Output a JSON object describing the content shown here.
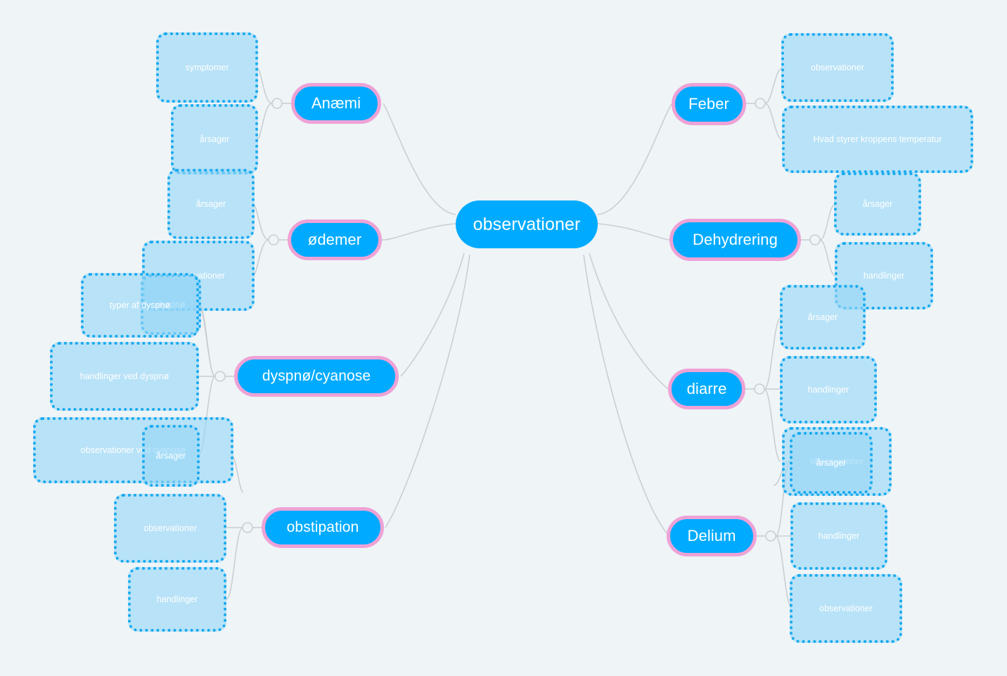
{
  "diagram": {
    "type": "mind-map",
    "background_color": "#eff4f7",
    "root_color": "#00abff",
    "topic_border_color": "#eea2d6",
    "leaf_fill_color": "#96d6f7",
    "leaf_border_color": "#16a9ef",
    "connector_color": "#c9cfd2",
    "root": {
      "label": "observationer"
    },
    "topics": [
      {
        "id": "anaemi",
        "label": "Anæmi",
        "side": "left"
      },
      {
        "id": "oedemer",
        "label": "ødemer",
        "side": "left"
      },
      {
        "id": "dyspnoe",
        "label": "dyspnø/cyanose",
        "side": "left"
      },
      {
        "id": "obstipation",
        "label": "obstipation",
        "side": "left"
      },
      {
        "id": "feber",
        "label": "Feber",
        "side": "right"
      },
      {
        "id": "dehydrering",
        "label": "Dehydrering",
        "side": "right"
      },
      {
        "id": "diarre",
        "label": "diarre",
        "side": "right"
      },
      {
        "id": "delium",
        "label": "Delium",
        "side": "right"
      }
    ],
    "leaves": {
      "anaemi": [
        "symptomer",
        "årsager"
      ],
      "oedemer": [
        "årsager",
        "observationer"
      ],
      "dyspnoe": [
        "dyspnø",
        "typer af dyspnø",
        "handlinger ved dyspnø",
        "observationer ved cyanose",
        "årsager"
      ],
      "obstipation": [
        "observationer",
        "handlinger"
      ],
      "feber": [
        "observationer",
        "Hvad styrer kroppens temperatur"
      ],
      "dehydrering": [
        "årsager",
        "handlinger"
      ],
      "diarre": [
        "årsager",
        "handlinger",
        "observationer",
        "årsager"
      ],
      "delium": [
        "handlinger",
        "observationer"
      ]
    }
  }
}
